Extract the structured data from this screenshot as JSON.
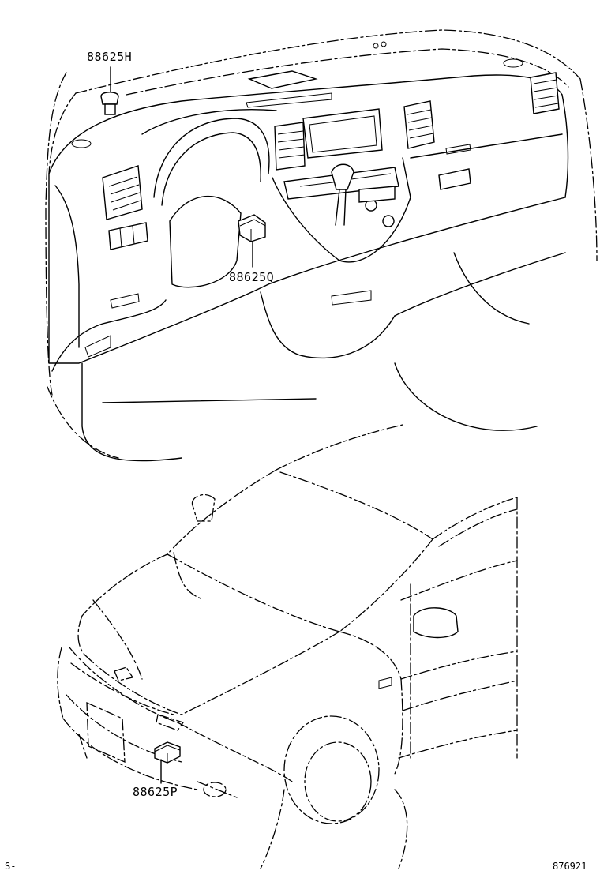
{
  "callouts": {
    "sensor_h": "88625H",
    "sensor_q": "88625Q",
    "sensor_p": "88625P"
  },
  "footer": {
    "left_code": "S-",
    "right_code": "876921"
  }
}
